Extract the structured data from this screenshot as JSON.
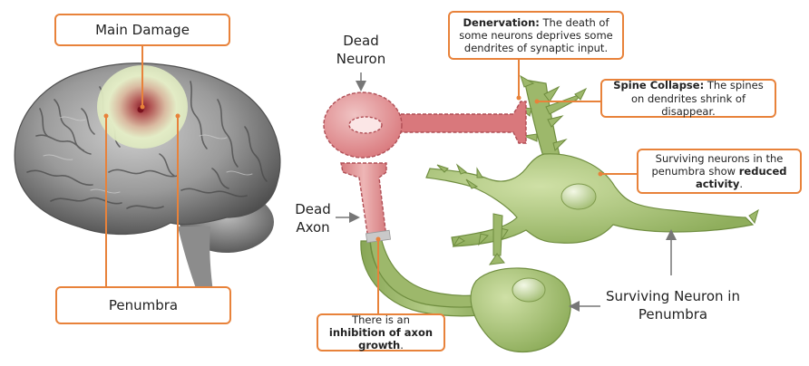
{
  "labels": {
    "main_damage": "Main Damage",
    "penumbra": "Penumbra",
    "dead_neuron_line1": "Dead",
    "dead_neuron_line2": "Neuron",
    "dead_axon_line1": "Dead",
    "dead_axon_line2": "Axon",
    "surviving_neuron_line1": "Surviving Neuron in",
    "surviving_neuron_line2": "Penumbra"
  },
  "callouts": {
    "denervation": {
      "bold": "Denervation:",
      "text": " The death of some neurons deprives some dendrites of synaptic input."
    },
    "spine_collapse": {
      "bold": "Spine Collapse:",
      "text": " The spines on dendrites shrink of disappear."
    },
    "reduced_activity": {
      "text_before": "Surviving neurons in the penumbra show ",
      "bold": "reduced activity",
      "text_after": "."
    },
    "axon_inhibition": {
      "text_before": "There is an ",
      "bold": "inhibition of axon growth",
      "text_after": "."
    }
  },
  "colors": {
    "callout_border": "#e8823a",
    "dead_fill": "#d9787c",
    "dead_stroke": "#b04e55",
    "alive_fill": "#9db86b",
    "alive_stroke": "#6f8d3f",
    "damage_core": "#8b1f2a",
    "penumbra_halo": "#dfeac0",
    "brain_gray": "#8a8a8a"
  }
}
